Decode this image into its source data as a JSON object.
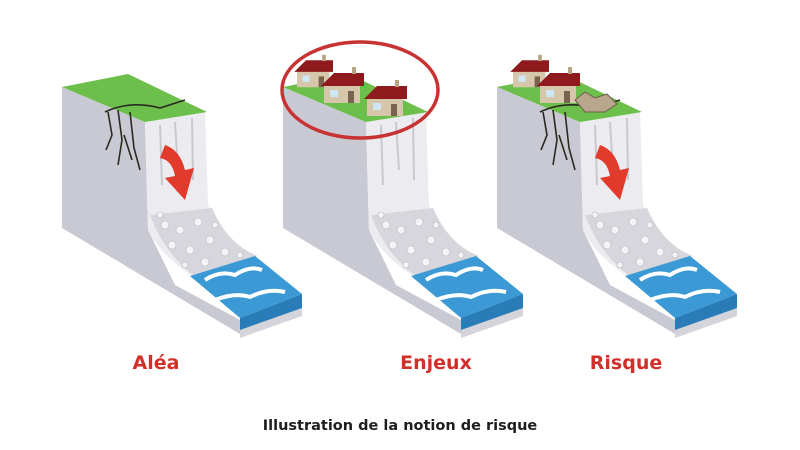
{
  "panels": [
    {
      "label": "Aléa",
      "has_arrow": true,
      "houses": "none"
    },
    {
      "label": "Enjeux",
      "has_arrow": false,
      "houses": "intact"
    },
    {
      "label": "Risque",
      "has_arrow": true,
      "houses": "damaged"
    }
  ],
  "caption": "Illustration de la notion de risque",
  "colors": {
    "label": "#d32f2a",
    "grass": "#6cbf4a",
    "water": "#3b9ad6",
    "roof": "#8e1a1e",
    "highlight_ring": "#c83232"
  }
}
